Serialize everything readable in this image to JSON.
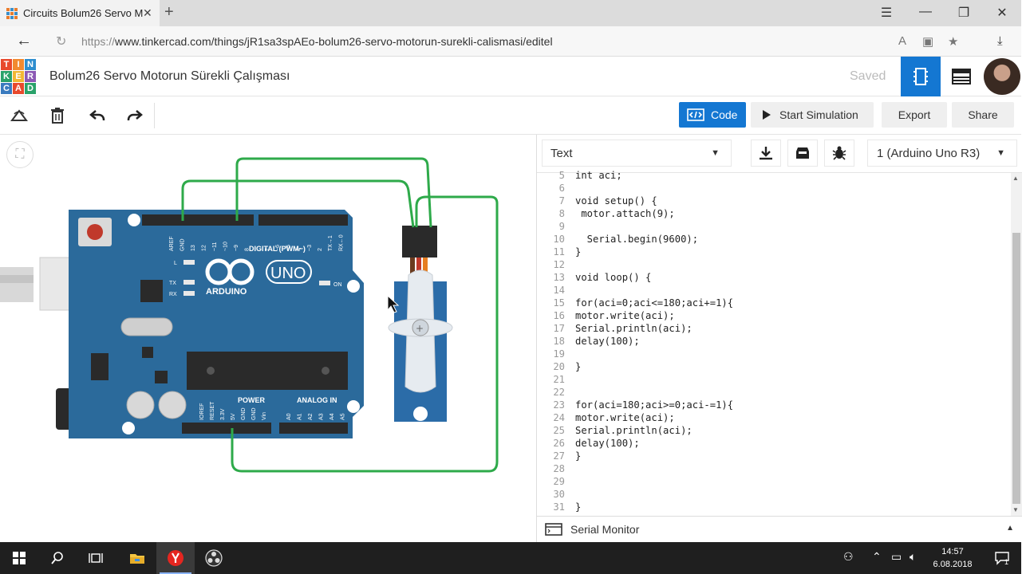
{
  "browser": {
    "tab_title": "Circuits Bolum26 Servo M",
    "tab_close": "✕",
    "new_tab": "+",
    "url_proto": "https://",
    "url_rest": "www.tinkercad.com/things/jR1sa3spAEo-bolum26-servo-motorun-surekli-calismasi/editel",
    "window_controls": [
      "☰",
      "—",
      "❐",
      "✕"
    ]
  },
  "header": {
    "logo_letters": [
      "T",
      "I",
      "N",
      "K",
      "E",
      "R",
      "C",
      "A",
      "D"
    ],
    "logo_colors": [
      "#e8492d",
      "#f28a30",
      "#2e8ecf",
      "#2aa26a",
      "#f2b733",
      "#8c59b5",
      "#3a7bbf",
      "#e8492d",
      "#2aa26a"
    ],
    "project_title": "Bolum26 Servo Motorun Sürekli Çalışması",
    "saved_label": "Saved"
  },
  "toolbar": {
    "code_label": "Code",
    "sim_label": "Start Simulation",
    "export_label": "Export",
    "share_label": "Share"
  },
  "code_panel": {
    "mode": "Text",
    "board": "1 (Arduino Uno R3)",
    "serial_monitor_label": "Serial Monitor",
    "lines": [
      {
        "n": "5",
        "text": "int aci;"
      },
      {
        "n": "6",
        "text": ""
      },
      {
        "n": "7",
        "text": "void setup() {"
      },
      {
        "n": "8",
        "text": " motor.attach(9);"
      },
      {
        "n": "9",
        "text": ""
      },
      {
        "n": "10",
        "text": "  Serial.begin(9600);"
      },
      {
        "n": "11",
        "text": "}"
      },
      {
        "n": "12",
        "text": ""
      },
      {
        "n": "13",
        "text": "void loop() {"
      },
      {
        "n": "14",
        "text": ""
      },
      {
        "n": "15",
        "text": "for(aci=0;aci<=180;aci+=1){"
      },
      {
        "n": "16",
        "text": "motor.write(aci);"
      },
      {
        "n": "17",
        "text": "Serial.println(aci);"
      },
      {
        "n": "18",
        "text": "delay(100);"
      },
      {
        "n": "19",
        "text": ""
      },
      {
        "n": "20",
        "text": "}"
      },
      {
        "n": "21",
        "text": ""
      },
      {
        "n": "22",
        "text": ""
      },
      {
        "n": "23",
        "text": "for(aci=180;aci>=0;aci-=1){"
      },
      {
        "n": "24",
        "text": "motor.write(aci);"
      },
      {
        "n": "25",
        "text": "Serial.println(aci);"
      },
      {
        "n": "26",
        "text": "delay(100);"
      },
      {
        "n": "27",
        "text": "}"
      },
      {
        "n": "28",
        "text": ""
      },
      {
        "n": "29",
        "text": ""
      },
      {
        "n": "30",
        "text": ""
      },
      {
        "n": "31",
        "text": "}"
      }
    ]
  },
  "board": {
    "arduino_label": "ARDUINO",
    "uno_label": "UNO",
    "digital_label": "DIGITAL (PWM~)",
    "power_label": "POWER",
    "analog_label": "ANALOG IN",
    "on_label": "ON",
    "l_label": "L",
    "tx_label": "TX",
    "rx_label": "RX",
    "top_pins": [
      "AREF",
      "GND",
      "13",
      "12",
      "~11",
      "~10",
      "~9",
      "8",
      "7",
      "~6",
      "~5",
      "4",
      "~3",
      "2",
      "TX→1",
      "RX←0"
    ],
    "bottom_pins": [
      "IOREF",
      "RESET",
      "3.3V",
      "5V",
      "GND",
      "GND",
      "Vin",
      "A0",
      "A1",
      "A2",
      "A3",
      "A4",
      "A5"
    ]
  },
  "taskbar": {
    "time": "14:57",
    "date": "6.08.2018",
    "notification_count": "1"
  }
}
